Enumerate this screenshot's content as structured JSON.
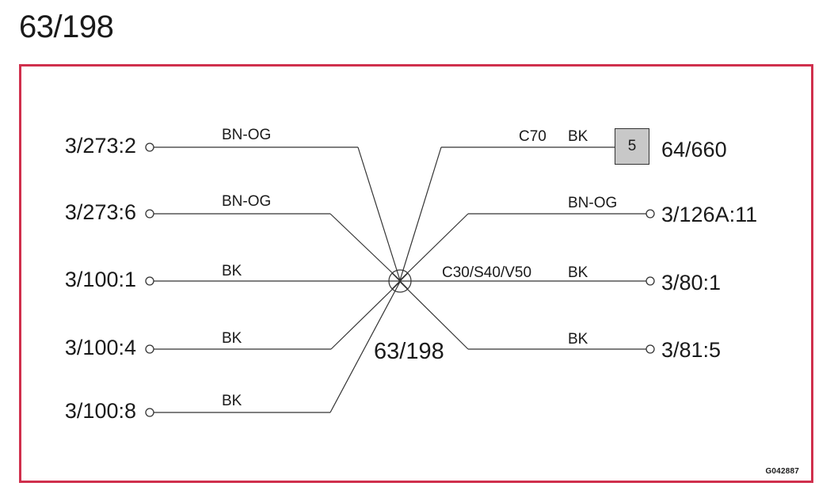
{
  "page_title": "63/198",
  "hub_label": "63/198",
  "figure_code": "G042887",
  "box_label": "5",
  "left": [
    {
      "terminal": "3/273:2",
      "wire": "BN-OG"
    },
    {
      "terminal": "3/273:6",
      "wire": "BN-OG"
    },
    {
      "terminal": "3/100:1",
      "wire": "BK"
    },
    {
      "terminal": "3/100:4",
      "wire": "BK"
    },
    {
      "terminal": "3/100:8",
      "wire": "BK"
    }
  ],
  "right": [
    {
      "terminal": "64/660",
      "wire": "BK",
      "prefix": "C70"
    },
    {
      "terminal": "3/126A:11",
      "wire": "BN-OG"
    },
    {
      "terminal": "3/80:1",
      "wire": "BK",
      "prefix": "C30/S40/V50"
    },
    {
      "terminal": "3/81:5",
      "wire": "BK"
    }
  ],
  "colors": {
    "frame": "#d0304d",
    "box_fill": "#c8c8c8"
  }
}
